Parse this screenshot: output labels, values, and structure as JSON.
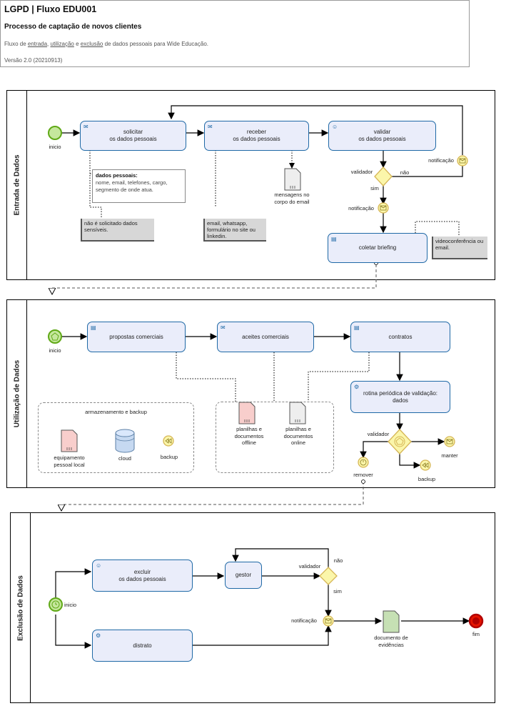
{
  "header": {
    "title": "LGPD | Fluxo EDU001",
    "subtitle": "Processo de captação de novos clientes",
    "desc_prefix": "Fluxo de ",
    "desc_link1": "entrada",
    "desc_sep1": ", ",
    "desc_link2": "utilização",
    "desc_sep2": " e ",
    "desc_link3": "exclusão",
    "desc_suffix": " de dados pessoais para Wide Educação.",
    "version": "Versão 2.0 (20210913)"
  },
  "pool1": {
    "lane": "Entrada de Dados",
    "start": "inicio",
    "task1": "solicitar\nos dados pessoais",
    "task2": "receber\nos dados pessoais",
    "task3": "validar\nos dados pessoais",
    "task4": "coletar briefing",
    "annot_title": "dados pessoais:",
    "annot_body": "nome, email, telefones, cargo, segmento de onde atua.",
    "note1": "não é solicitado dados sensíveis.",
    "note2": "email, whatsapp, formulário no site ou linkedin.",
    "note3": "videoconferência ou email.",
    "doc": "mensagens no\ncorpo do email",
    "gw_label": "validador",
    "gw_no": "não",
    "gw_yes": "sim",
    "notif1": "notificação",
    "notif2": "notificação"
  },
  "pool2": {
    "lane": "Utilização de Dados",
    "start": "inicio",
    "task1": "propostas comerciais",
    "task2": "aceites comerciais",
    "task3": "contratos",
    "task4": "rotina periódica de validação:\ndados",
    "group1_title": "armazenamento e backup",
    "store1": "equipamento\npessoal local",
    "store2": "cloud",
    "store3": "backup",
    "doc1": "planilhas e\ndocumentos\noffline",
    "doc2": "planilhas e\ndocumentos\nonline",
    "gw_label": "validador",
    "remove": "remover",
    "keep": "manter",
    "backup": "backup"
  },
  "pool3": {
    "lane": "Exclusão de Dados",
    "start": "inicio",
    "task1": "excluir\nos dados pessoais",
    "task2": "gestor",
    "task3": "distrato",
    "gw_label": "validador",
    "gw_no": "não",
    "gw_yes": "sim",
    "notif": "notificação",
    "doc": "documento de\nevidências",
    "end": "fim"
  },
  "colors": {
    "task_fill": "#eaedfa",
    "task_border": "#1f69a6",
    "start_fill": "#c5e79d",
    "start_border": "#60a917",
    "gateway_fill": "#fbf6aa",
    "gateway_border": "#d6b656",
    "end_fill": "#e51400",
    "doc_red": "#f8cecc",
    "doc_green": "#c6e0b4"
  }
}
